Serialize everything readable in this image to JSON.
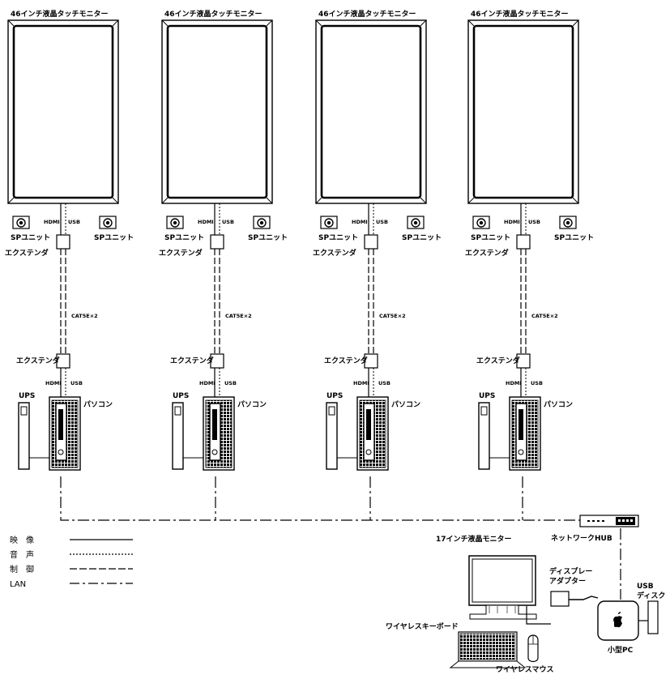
{
  "colors": {
    "line": "#000000",
    "background": "#ffffff"
  },
  "columns": [
    {
      "monitor_label": "46インチ液晶タッチモニター"
    },
    {
      "monitor_label": "46インチ液晶タッチモニター"
    },
    {
      "monitor_label": "46インチ液晶タッチモニター"
    },
    {
      "monitor_label": "46インチ液晶タッチモニター"
    }
  ],
  "labels": {
    "hdmi": "HDMI",
    "usb": "USB",
    "sp_unit": "SPユニット",
    "extender": "エクステンダ",
    "cable": "CAT5E×2",
    "ups": "UPS",
    "pc": "パソコン",
    "hub": "ネットワークHUB",
    "monitor17": "17インチ液晶モニター",
    "display_adapter": [
      "ディスプレー",
      "アダプター"
    ],
    "usb_disk": [
      "USB",
      "ディスク"
    ],
    "small_pc": "小型PC",
    "keyboard": "ワイヤレスキーボード",
    "mouse": "ワイヤレスマウス"
  },
  "legend": [
    {
      "label": "映　像",
      "style": "solid"
    },
    {
      "label": "音　声",
      "style": "dotted"
    },
    {
      "label": "制　御",
      "style": "dashed"
    },
    {
      "label": "LAN",
      "style": "dashdot"
    }
  ],
  "icons": [
    "speaker-icon",
    "ups-icon",
    "pc-tower-icon",
    "hub-icon",
    "apple-icon",
    "keyboard-icon",
    "mouse-icon",
    "lcd-monitor-icon"
  ]
}
